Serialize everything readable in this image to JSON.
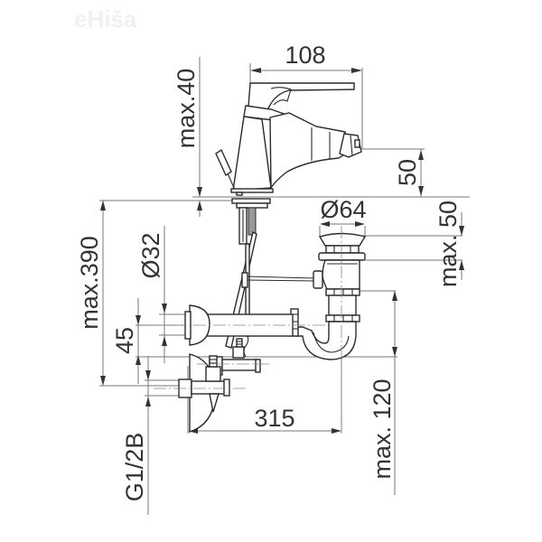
{
  "watermark": {
    "text": "eHiša"
  },
  "drawing": {
    "subject": "bidet mixer with pop-up waste, trap and angle valves",
    "line_color": "#2a2a2a",
    "dimension_color": "#777777",
    "text_color": "#333333",
    "dimensions": {
      "width_top": "108",
      "height_lever": "max.40",
      "spout_height": "50",
      "waste_diameter": "Ø64",
      "waste_height": "max. 50",
      "tail_diameter": "Ø32",
      "total_height": "max.390",
      "valve_offset": "45",
      "total_depth": "315",
      "trap_height": "max. 120",
      "connection_thread": "G1/2B"
    }
  }
}
